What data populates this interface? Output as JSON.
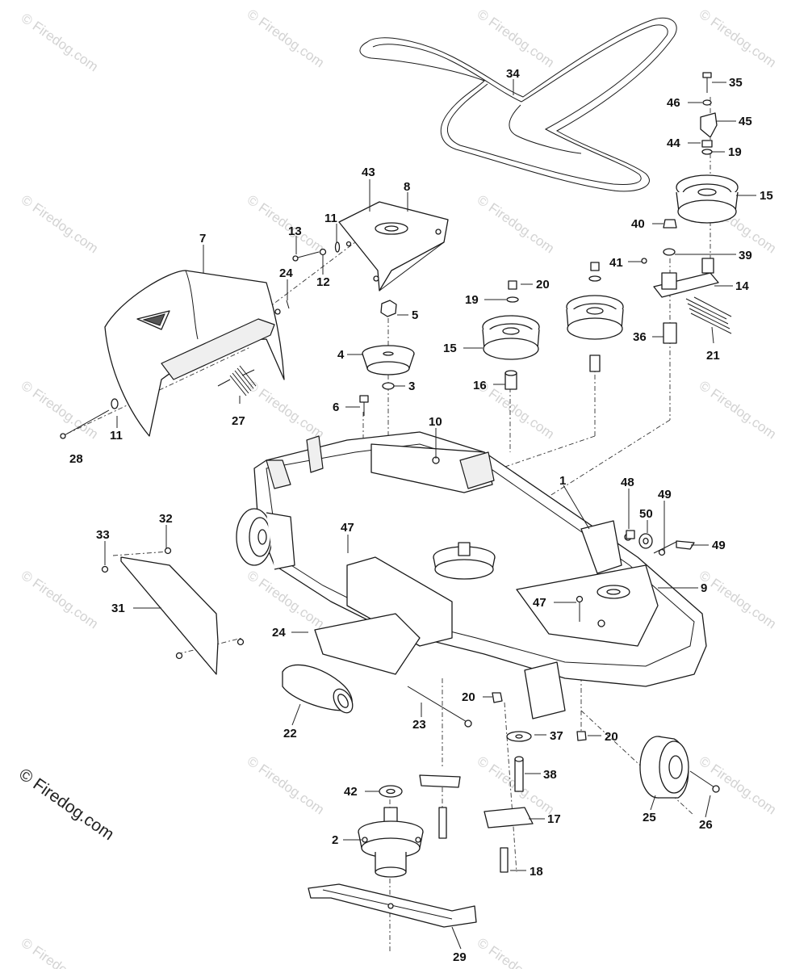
{
  "watermark": "© Firedog.com",
  "copyright": "© Firedog.com",
  "callouts": [
    {
      "id": "c34",
      "text": "34"
    },
    {
      "id": "c35",
      "text": "35"
    },
    {
      "id": "c46",
      "text": "46"
    },
    {
      "id": "c45",
      "text": "45"
    },
    {
      "id": "c44",
      "text": "44"
    },
    {
      "id": "c19a",
      "text": "19"
    },
    {
      "id": "c15a",
      "text": "15"
    },
    {
      "id": "c40",
      "text": "40"
    },
    {
      "id": "c39",
      "text": "39"
    },
    {
      "id": "c41",
      "text": "41"
    },
    {
      "id": "c14",
      "text": "14"
    },
    {
      "id": "c36",
      "text": "36"
    },
    {
      "id": "c21",
      "text": "21"
    },
    {
      "id": "c43",
      "text": "43"
    },
    {
      "id": "c8",
      "text": "8"
    },
    {
      "id": "c11a",
      "text": "11"
    },
    {
      "id": "c13",
      "text": "13"
    },
    {
      "id": "c12",
      "text": "12"
    },
    {
      "id": "c24a",
      "text": "24"
    },
    {
      "id": "c7",
      "text": "7"
    },
    {
      "id": "c20a",
      "text": "20"
    },
    {
      "id": "c19b",
      "text": "19"
    },
    {
      "id": "c15b",
      "text": "15"
    },
    {
      "id": "c16",
      "text": "16"
    },
    {
      "id": "c5",
      "text": "5"
    },
    {
      "id": "c4",
      "text": "4"
    },
    {
      "id": "c3",
      "text": "3"
    },
    {
      "id": "c6",
      "text": "6"
    },
    {
      "id": "c27",
      "text": "27"
    },
    {
      "id": "c11b",
      "text": "11"
    },
    {
      "id": "c28",
      "text": "28"
    },
    {
      "id": "c10",
      "text": "10"
    },
    {
      "id": "c1",
      "text": "1"
    },
    {
      "id": "c48",
      "text": "48"
    },
    {
      "id": "c49a",
      "text": "49"
    },
    {
      "id": "c50",
      "text": "50"
    },
    {
      "id": "c49b",
      "text": "49"
    },
    {
      "id": "c9",
      "text": "9"
    },
    {
      "id": "c47a",
      "text": "47"
    },
    {
      "id": "c47b",
      "text": "47"
    },
    {
      "id": "c33",
      "text": "33"
    },
    {
      "id": "c32",
      "text": "32"
    },
    {
      "id": "c31",
      "text": "31"
    },
    {
      "id": "c24b",
      "text": "24"
    },
    {
      "id": "c22",
      "text": "22"
    },
    {
      "id": "c23",
      "text": "23"
    },
    {
      "id": "c20b",
      "text": "20"
    },
    {
      "id": "c37",
      "text": "37"
    },
    {
      "id": "c20c",
      "text": "20"
    },
    {
      "id": "c38",
      "text": "38"
    },
    {
      "id": "c42",
      "text": "42"
    },
    {
      "id": "c17",
      "text": "17"
    },
    {
      "id": "c25",
      "text": "25"
    },
    {
      "id": "c26",
      "text": "26"
    },
    {
      "id": "c2",
      "text": "2"
    },
    {
      "id": "c18",
      "text": "18"
    },
    {
      "id": "c29",
      "text": "29"
    }
  ]
}
